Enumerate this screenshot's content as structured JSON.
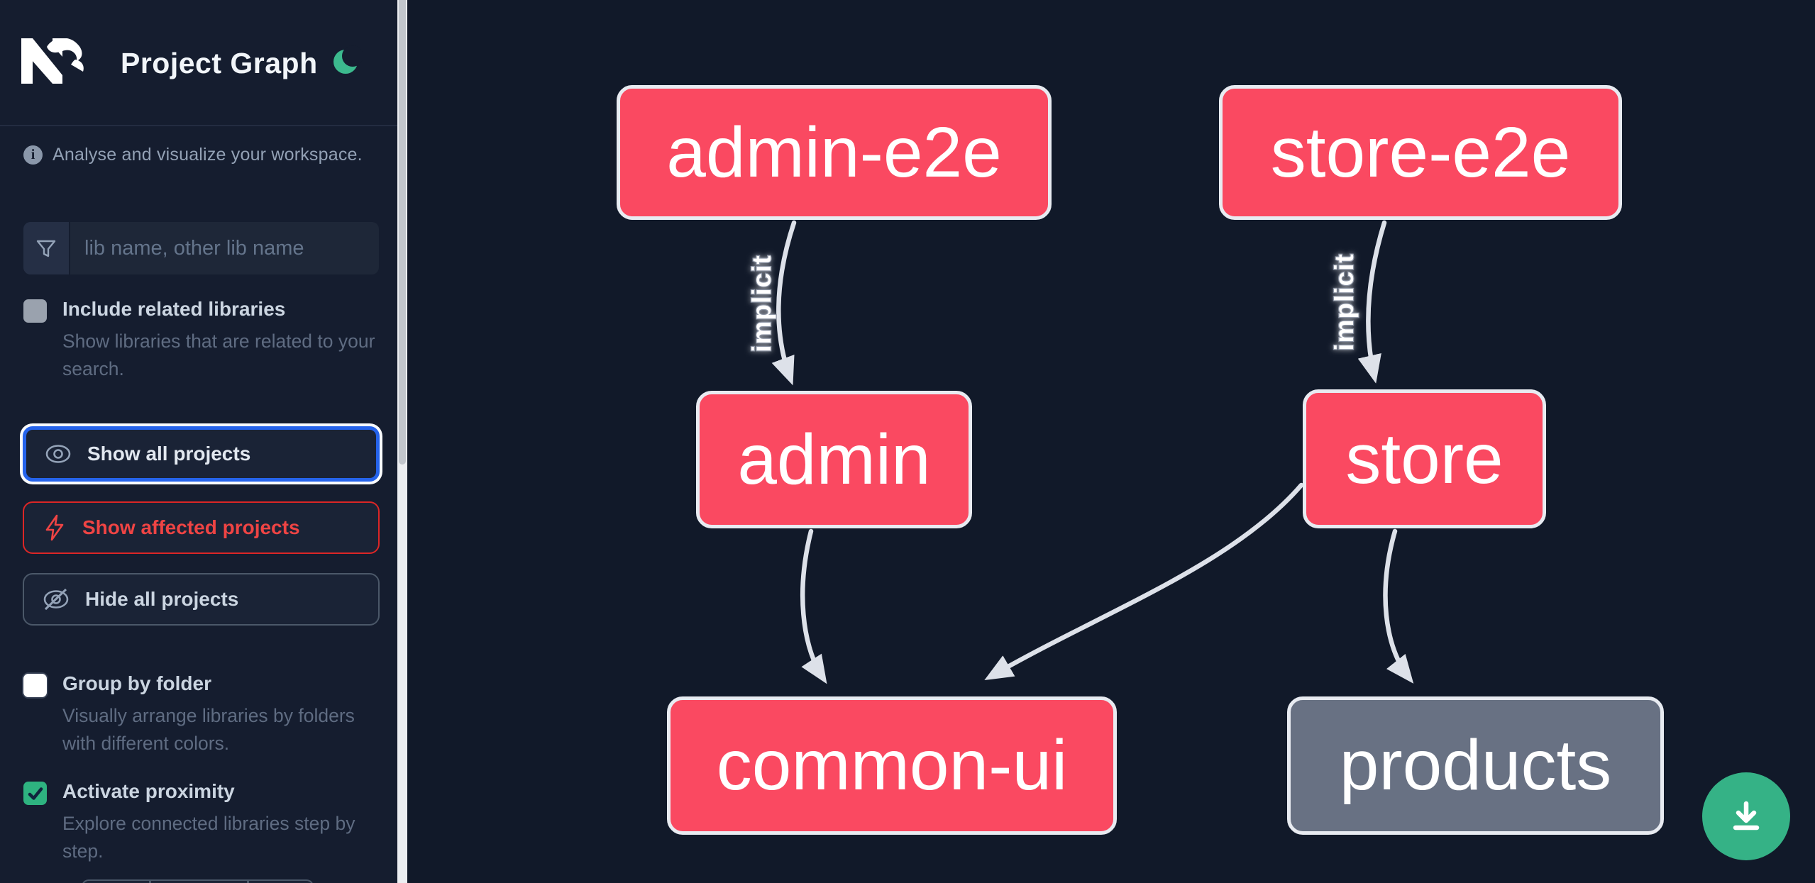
{
  "header": {
    "title": "Project Graph"
  },
  "sidebar": {
    "tagline": "Analyse and visualize your workspace.",
    "filter_placeholder": "lib name, other lib name",
    "include_related": {
      "label": "Include related libraries",
      "description": "Show libraries that are related to your search.",
      "checked": false,
      "disabled": true
    },
    "buttons": {
      "show_all": "Show all projects",
      "show_affected": "Show affected projects",
      "hide_all": "Hide all projects"
    },
    "group_by_folder": {
      "label": "Group by folder",
      "description": "Visually arrange libraries by folders with different colors.",
      "checked": false
    },
    "activate_proximity": {
      "label": "Activate proximity",
      "description": "Explore connected libraries step by step.",
      "checked": true
    }
  },
  "graph": {
    "nodes": [
      {
        "id": "admin-e2e",
        "label": "admin-e2e",
        "kind": "focused"
      },
      {
        "id": "store-e2e",
        "label": "store-e2e",
        "kind": "focused"
      },
      {
        "id": "admin",
        "label": "admin",
        "kind": "focused"
      },
      {
        "id": "store",
        "label": "store",
        "kind": "focused"
      },
      {
        "id": "common-ui",
        "label": "common-ui",
        "kind": "focused"
      },
      {
        "id": "products",
        "label": "products",
        "kind": "unfocused"
      }
    ],
    "edges": [
      {
        "from": "admin-e2e",
        "to": "admin",
        "label": "implicit"
      },
      {
        "from": "store-e2e",
        "to": "store",
        "label": "implicit"
      },
      {
        "from": "admin",
        "to": "common-ui",
        "label": ""
      },
      {
        "from": "store",
        "to": "common-ui",
        "label": ""
      },
      {
        "from": "store",
        "to": "products",
        "label": ""
      }
    ]
  },
  "colors": {
    "node_focused": "#fa4961",
    "node_unfocused": "#687183",
    "node_border": "#e8ebf1",
    "edge": "#dde1e9",
    "accent_green": "#35b286",
    "moon_green": "#3cba8e",
    "focus_ring_blue": "#2563eb",
    "affected_red": "#ef4444",
    "sidebar_bg": "#151d2f",
    "canvas_bg": "#111929"
  }
}
